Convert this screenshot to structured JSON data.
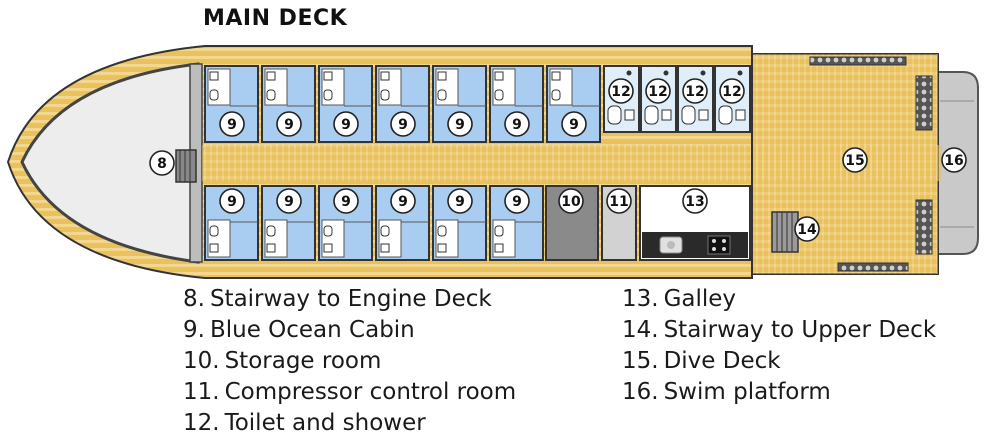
{
  "title": "MAIN DECK",
  "badges": {
    "stairway_engine": "8",
    "cabin": "9",
    "storage": "10",
    "compressor": "11",
    "toilet": "12",
    "galley": "13",
    "stairway_upper": "14",
    "dive_deck": "15",
    "swim_platform": "16"
  },
  "legend": [
    {
      "num": "8.",
      "label": "Stairway to Engine Deck"
    },
    {
      "num": "9.",
      "label": "Blue Ocean Cabin"
    },
    {
      "num": "10.",
      "label": "Storage room"
    },
    {
      "num": "11.",
      "label": "Compressor control room"
    },
    {
      "num": "12.",
      "label": "Toilet and shower"
    },
    {
      "num": "13.",
      "label": "Galley"
    },
    {
      "num": "14.",
      "label": "Stairway to Upper Deck"
    },
    {
      "num": "15.",
      "label": "Dive Deck"
    },
    {
      "num": "16.",
      "label": "Swim platform"
    }
  ],
  "colors": {
    "hull_wood": "#e9c15d",
    "wood_stripe": "#f4dc95",
    "cabin_blue": "#a9cdf0",
    "bow_fill": "#ededed",
    "storage_gray": "#8a8a8a",
    "platform_gray": "#c9c9c9",
    "outline": "#333333"
  }
}
